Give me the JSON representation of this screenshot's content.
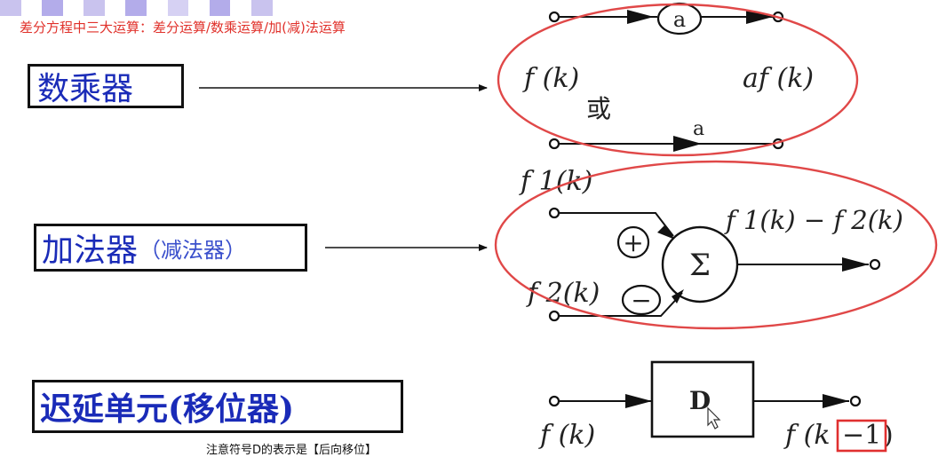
{
  "header": {
    "text": "差分方程中三大运算：差分运算/数乘运算/加(减)法运算"
  },
  "blocks": {
    "multiplier": {
      "label": "数乘器"
    },
    "adder": {
      "label": "加法器",
      "sub_label": "（减法器）"
    },
    "delay": {
      "label": "迟延单元(移位器)"
    }
  },
  "multiplier_diagram": {
    "input_label": "f (k)",
    "output_label": "af (k)",
    "gain_symbol": "a",
    "alt_word": "或",
    "line_gain_label": "a"
  },
  "adder_diagram": {
    "input1_label": "f 1(k)",
    "input2_label": "f 2(k)",
    "plus_sign": "+",
    "minus_sign": "−",
    "sum_symbol": "Σ",
    "output_label": "f 1(k) − f 2(k)"
  },
  "delay_diagram": {
    "block_label": "D",
    "input_label": "f (k)",
    "output_prefix": "f (k",
    "output_highlight": "−1",
    "output_suffix": ")"
  },
  "note": {
    "text": "注意符号D的表示是【后向移位】"
  },
  "colors": {
    "header_red": "#e0302a",
    "label_blue": "#1a2bb8",
    "ellipse_red": "#e04848",
    "highlight_red": "#e03030",
    "strip": [
      "#c9c3ee",
      "#ffffff",
      "#b3acea",
      "#ffffff",
      "#c9c3ee",
      "#ffffff",
      "#b3acea",
      "#ffffff",
      "#d6d1f3",
      "#ffffff",
      "#b3acea",
      "#ffffff",
      "#c9c3ee",
      "#ffffff"
    ]
  }
}
